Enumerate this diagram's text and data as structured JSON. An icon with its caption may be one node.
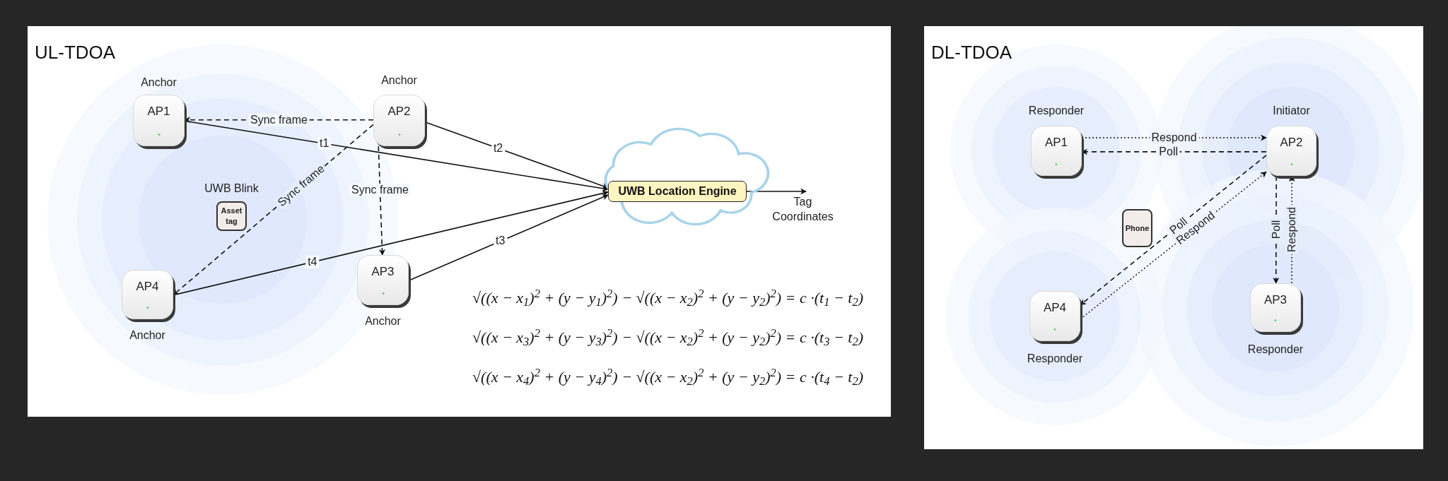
{
  "diagram": {
    "nodes": [
      {
        "text": [
          "UL-TDOA"
        ]
      },
      {
        "text": [
          "AP1"
        ],
        "in": 0,
        "beside": [
          "Anchor"
        ]
      },
      {
        "text": [
          "AP2"
        ],
        "in": 0,
        "beside": [
          "Anchor"
        ]
      },
      {
        "text": [
          "Asset tag"
        ],
        "in": 0,
        "beside": [
          "UWB Blink"
        ]
      },
      {
        "text": [],
        "shape": "cloud",
        "in": 0
      },
      {
        "text": [
          "UWB Location Engine"
        ],
        "in": 4
      },
      {
        "text": [
          "Tag Coordinates"
        ],
        "in": 0
      },
      {
        "text": [
          "AP4"
        ],
        "in": 0,
        "beside": [
          "Anchor"
        ]
      },
      {
        "text": [
          "AP3"
        ],
        "in": 0,
        "beside": [
          "Anchor"
        ]
      },
      {
        "text": [
          "DL-TDOA"
        ]
      },
      {
        "text": [
          "AP1"
        ],
        "in": 9,
        "beside": [
          "Responder"
        ]
      },
      {
        "text": [
          "AP2"
        ],
        "in": 9,
        "beside": [
          "Initiator"
        ]
      },
      {
        "text": [
          "Phone"
        ],
        "in": 9
      },
      {
        "text": [
          "AP4"
        ],
        "in": 9,
        "beside": [
          "Responder"
        ]
      },
      {
        "text": [
          "AP3"
        ],
        "in": 9,
        "beside": [
          "Responder"
        ]
      }
    ],
    "edges": [
      {
        "from": 2,
        "to": 1,
        "arrow": "to",
        "label": "Sync frame",
        "style": "dashed"
      },
      {
        "from": 2,
        "to": 7,
        "arrow": "to",
        "label": "Sync frame",
        "style": "dashed"
      },
      {
        "from": 2,
        "to": 8,
        "arrow": "to",
        "label": "Sync frame",
        "style": "dashed"
      },
      {
        "from": 1,
        "to": 5,
        "arrow": "to",
        "label": "t1"
      },
      {
        "from": 2,
        "to": 5,
        "arrow": "to",
        "label": "t2"
      },
      {
        "from": 7,
        "to": 5,
        "arrow": "to",
        "label": "t4"
      },
      {
        "from": 8,
        "to": 5,
        "arrow": "to",
        "label": "t3"
      },
      {
        "from": 5,
        "to": 6,
        "arrow": "to"
      },
      {
        "from": 10,
        "to": 11,
        "arrow": "to",
        "label": "Respond",
        "style": "dashed"
      },
      {
        "from": 11,
        "to": 10,
        "arrow": "to",
        "label": "Poll",
        "style": "dashed"
      },
      {
        "from": 11,
        "to": 13,
        "arrow": "to",
        "label": "Poll",
        "style": "dashed"
      },
      {
        "from": 13,
        "to": 11,
        "arrow": "to",
        "label": "Respond",
        "style": "dashed"
      },
      {
        "from": 11,
        "to": 14,
        "arrow": "to",
        "label": "Poll",
        "style": "dashed"
      },
      {
        "from": 14,
        "to": 11,
        "arrow": "to",
        "label": "Respond",
        "style": "dashed"
      }
    ],
    "labels": [
      "√((x − x$_{1}$)$^{2}$ + (y − y$_{1}$)$^{2}$) − √((x − x$_{2}$)$^{2}$ + (y − y$_{2}$)$^{2}$) = c ·(t$_{1}$ − t$_{2}$)",
      "√((x − x$_{3}$)$^{2}$ + (y − y$_{3}$)$^{2}$) − √((x − x$_{2}$)$^{2}$ + (y − y$_{2}$)$^{2}$) = c ·(t$_{3}$ − t$_{2}$)",
      "√((x − x$_{4}$)$^{2}$ + (y − y$_{4}$)$^{2}$) − √((x − x$_{2}$)$^{2}$ + (y − y$_{2}$)$^{2}$) = c ·(t$_{4}$ − t$_{2}$)"
    ]
  }
}
